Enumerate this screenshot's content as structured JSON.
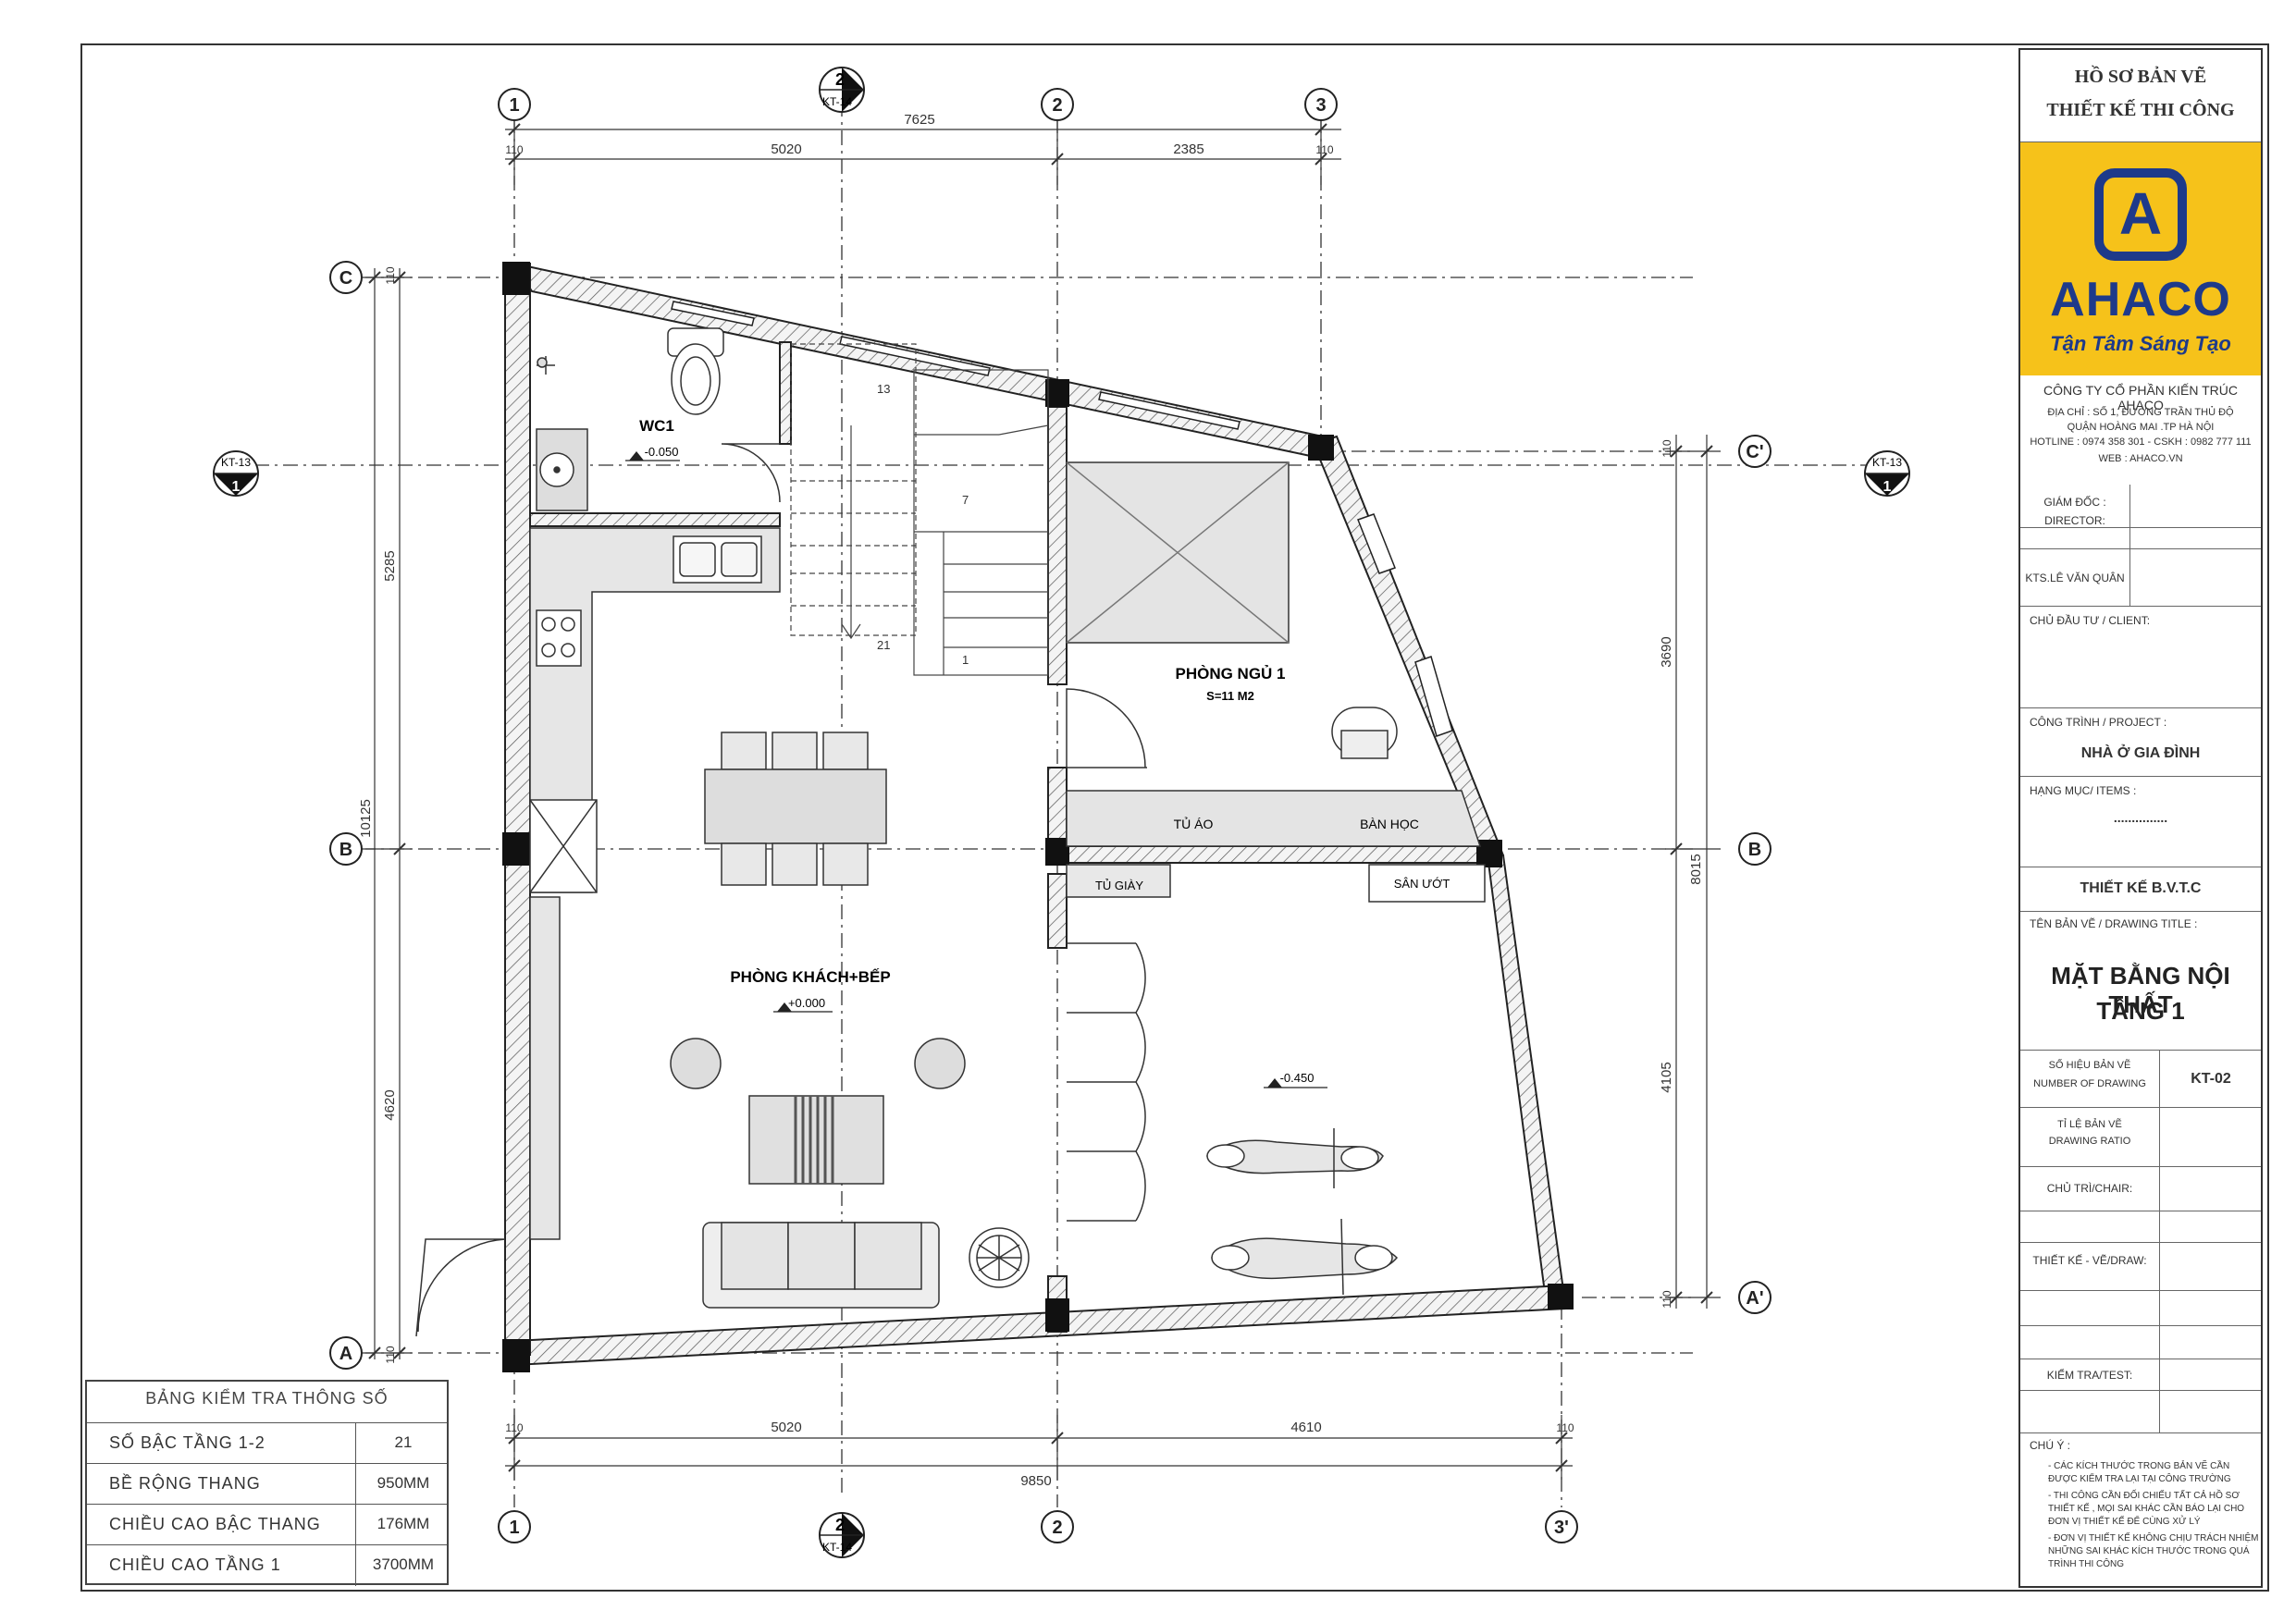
{
  "title_block": {
    "header_line1": "HỒ SƠ BẢN VẼ",
    "header_line2": "THIẾT KẾ THI CÔNG",
    "logo_mark": "A",
    "logo_brand": "AHACO",
    "logo_slogan": "Tận Tâm Sáng Tạo",
    "company": "CÔNG TY CỔ PHẦN KIẾN TRÚC AHACO",
    "address1": "ĐỊA CHỈ : SỐ 1, ĐƯỜNG TRẦN THỦ ĐỘ",
    "address2": "QUẬN HOÀNG MAI .TP HÀ NỘI",
    "hotline": "HOTLINE : 0974 358 301   - CSKH : 0982 777 111",
    "web": "WEB : AHACO.VN",
    "director_label1": "GIÁM ĐỐC :",
    "director_label2": "DIRECTOR:",
    "director_name": "KTS.LÊ VĂN QUÂN",
    "client_label": "CHỦ ĐẦU TƯ / CLIENT:",
    "project_label": "CÔNG TRÌNH / PROJECT :",
    "project_name": "NHÀ Ở GIA ĐÌNH",
    "items_label": "HẠNG MỤC/ ITEMS :",
    "items_value": "...............",
    "phase": "THIẾT KẾ B.V.T.C",
    "drawing_title_label": "TÊN BẢN VẼ / DRAWING TITLE :",
    "drawing_title1": "MẶT BẰNG NỘI THẤT",
    "drawing_title2": "TẦNG 1",
    "number_label1": "SỐ HIỆU BẢN VẼ",
    "number_label2": "NUMBER OF DRAWING",
    "number_value": "KT-02",
    "ratio_label1": "TỈ LỆ BẢN VẼ",
    "ratio_label2": "DRAWING RATIO",
    "chair_label": "CHỦ TRÌ/CHAIR:",
    "draw_label": "THIẾT KẾ - VẼ/DRAW:",
    "test_label": "KIỂM TRA/TEST:",
    "notes_label": "CHÚ Ý :",
    "notes": [
      "- CÁC KÍCH THƯỚC TRONG BẢN VẼ CẦN",
      "ĐƯỢC KIỂM TRA LẠI TẠI CÔNG TRƯỜNG",
      "- THI CÔNG CẦN ĐỐI CHIẾU TẤT CẢ HỒ SƠ",
      "THIẾT KẾ , MỌI SAI KHÁC CẦN BÁO LẠI CHO",
      "ĐƠN VỊ THIẾT KẾ ĐỂ CÙNG XỬ LÝ",
      "- ĐƠN VỊ THIẾT KẾ KHÔNG CHỊU TRÁCH NHIỆM",
      "NHỮNG SAI KHÁC KÍCH THƯỚC TRONG QUÁ",
      "TRÌNH THI CÔNG"
    ],
    "accent_color": "#f6c21a",
    "brand_color": "#1e3a8a"
  },
  "param_table": {
    "title": "BẢNG KIỂM TRA THÔNG SỐ",
    "rows": [
      {
        "label": "SỐ BẬC TẦNG 1-2",
        "value": "21"
      },
      {
        "label": "BỀ RỘNG THANG",
        "value": "950MM"
      },
      {
        "label": "CHIỀU CAO BẬC THANG",
        "value": "176MM"
      },
      {
        "label": "CHIỀU CAO TẦNG 1",
        "value": "3700MM"
      }
    ]
  },
  "plan": {
    "grid_top": [
      "1",
      "2",
      "3"
    ],
    "grid_bottom": [
      "1",
      "2",
      "3'"
    ],
    "grid_left": [
      "C",
      "B",
      "A"
    ],
    "grid_right": [
      "C'",
      "B",
      "A'"
    ],
    "section_top": {
      "num": "2",
      "ref": "KT-14"
    },
    "section_bottom": {
      "num": "2",
      "ref": "KT-14"
    },
    "section_left": {
      "num": "1",
      "ref": "KT-13"
    },
    "section_right": {
      "num": "1",
      "ref": "KT-13"
    },
    "dims_top": {
      "overall": "7625",
      "left": "5020",
      "right": "2385",
      "edge1": "110",
      "edge2": "110"
    },
    "dims_bottom": {
      "overall": "9850",
      "left": "5020",
      "right": "4610",
      "edge1": "110",
      "edge2": "110"
    },
    "dims_left": {
      "overall": "10125",
      "top": "5285",
      "bottom": "4620",
      "edge1": "110",
      "edge2": "110"
    },
    "dims_right": {
      "overall": "8015",
      "top": "3690",
      "bottom": "4105",
      "edge1": "110",
      "edge2": "110"
    },
    "rooms": {
      "wc": "WC1",
      "wc_level": "-0.050",
      "bedroom": "PHÒNG NGỦ 1",
      "bedroom_area": "S=11 M2",
      "living": "PHÒNG KHÁCH+BẾP",
      "living_level": "+0.000",
      "garage_level": "-0.450",
      "wardrobe": "TỦ ÁO",
      "desk": "BÀN HỌC",
      "shoe": "TỦ GIÀY",
      "drying": "SÂN ƯỚT",
      "stair_13": "13",
      "stair_7": "7",
      "stair_1": "1",
      "stair_21": "21"
    }
  }
}
